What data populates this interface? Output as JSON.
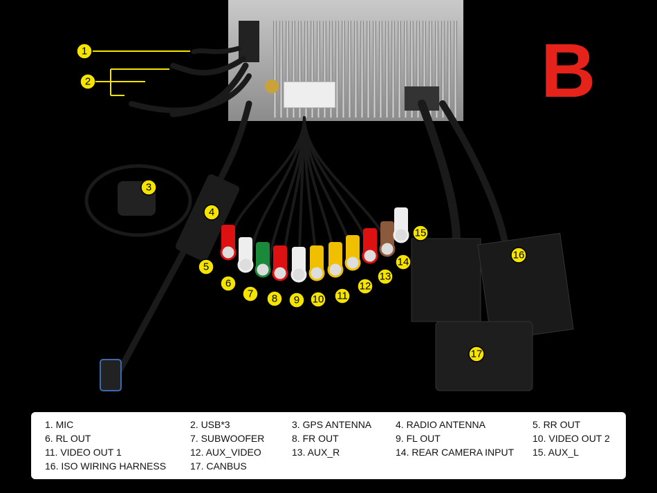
{
  "badge_letter": "B",
  "callout_numbers": [
    "1",
    "2",
    "3",
    "4",
    "5",
    "6",
    "7",
    "8",
    "9",
    "10",
    "11",
    "12",
    "13",
    "14",
    "15",
    "16",
    "17"
  ],
  "legend": [
    "1. MIC",
    "2. USB*3",
    "3. GPS ANTENNA",
    "4. RADIO ANTENNA",
    "5. RR OUT",
    "6. RL OUT",
    "7. SUBWOOFER",
    "8. FR OUT",
    "9. FL OUT",
    "10. VIDEO OUT 2",
    "11. VIDEO OUT 1",
    "12. AUX_VIDEO",
    "13. AUX_R",
    "14. REAR CAMERA INPUT",
    "15. AUX_L",
    "16. ISO WIRING HARNESS",
    "17. CANBUS"
  ],
  "colors": {
    "background": "#000000",
    "callout_fill": "#f5e400",
    "badge": "#e5231b",
    "legend_bg": "#ffffff"
  }
}
